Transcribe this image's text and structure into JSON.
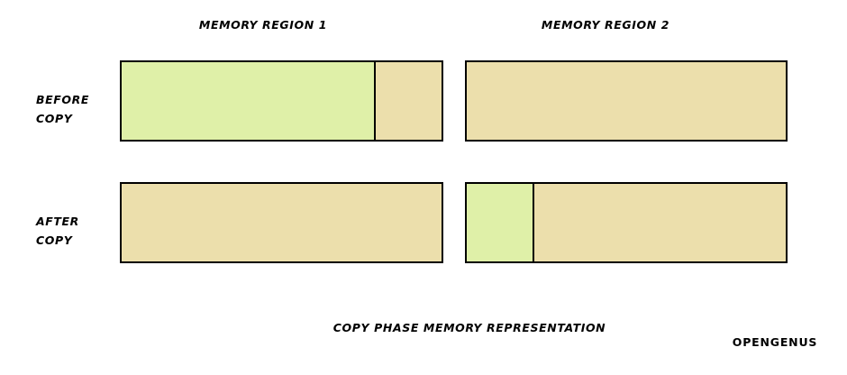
{
  "headers": {
    "region_1": "MEMORY REGION 1",
    "region_2": "MEMORY REGION 2"
  },
  "rows": [
    {
      "id": "before",
      "label_line_1": "BEFORE",
      "label_line_2": "COPY",
      "region_1": {
        "segments": [
          {
            "kind": "used",
            "label": "",
            "width_pct": 79
          },
          {
            "kind": "free",
            "label": "",
            "width_pct": 21
          }
        ]
      },
      "region_2": {
        "segments": [
          {
            "kind": "free",
            "label": "",
            "width_pct": 100
          }
        ]
      }
    },
    {
      "id": "after",
      "label_line_1": "AFTER",
      "label_line_2": "COPY",
      "region_1": {
        "segments": [
          {
            "kind": "free",
            "label": "",
            "width_pct": 100
          }
        ]
      },
      "region_2": {
        "segments": [
          {
            "kind": "used",
            "label": "",
            "width_pct": 20.5
          },
          {
            "kind": "free",
            "label": "",
            "width_pct": 79.5
          }
        ]
      }
    }
  ],
  "caption": "COPY PHASE MEMORY REPRESENTATION",
  "watermark": "OPENGENUS",
  "colors": {
    "used": "#dff0a8",
    "free": "#ecdfac",
    "border": "#000000",
    "background": "#ffffff"
  }
}
